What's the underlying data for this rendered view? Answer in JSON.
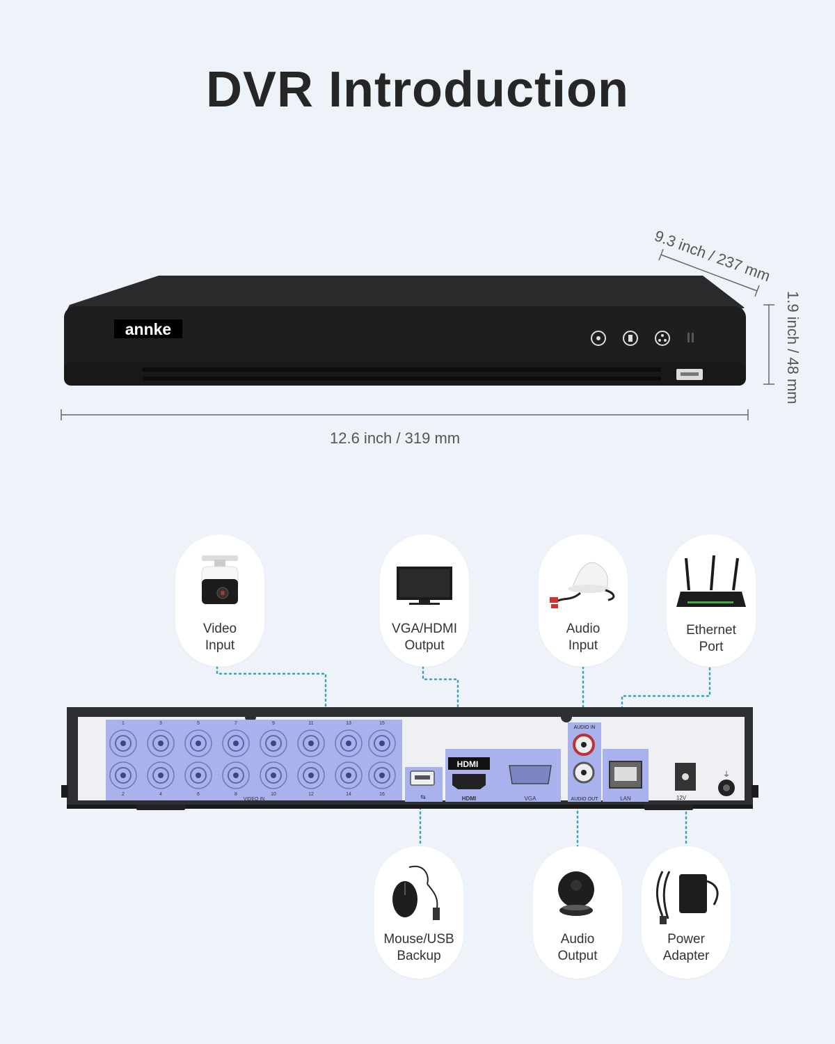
{
  "title": "DVR Introduction",
  "dimensions": {
    "depth": "9.3 inch / 237 mm",
    "height": "1.9 inch / 48 mm",
    "width": "12.6 inch / 319 mm"
  },
  "dvr_front": {
    "brand": "annke"
  },
  "dvr_rear": {
    "video_in_top_numbers": [
      "1",
      "3",
      "5",
      "7",
      "9",
      "11",
      "13",
      "15"
    ],
    "video_in_bottom_numbers": [
      "2",
      "4",
      "6",
      "8",
      "10",
      "12",
      "14",
      "16"
    ],
    "video_in_label": "VIDEO IN",
    "hdmi_badge": "HDMI",
    "hdmi_label": "HDMI",
    "vga_label": "VGA",
    "audio_in_label": "AUDIO IN",
    "audio_out_label": "AUDIO OUT",
    "lan_label": "LAN",
    "power_label": "12V"
  },
  "ports_top": [
    {
      "label": "Video\nInput",
      "icon": "camera-icon"
    },
    {
      "label": "VGA/HDMI\nOutput",
      "icon": "monitor-icon"
    },
    {
      "label": "Audio\nInput",
      "icon": "microphone-icon"
    },
    {
      "label": "Ethernet\nPort",
      "icon": "router-icon"
    }
  ],
  "ports_bottom": [
    {
      "label": "Mouse/USB\nBackup",
      "icon": "mouse-icon"
    },
    {
      "label": "Audio\nOutput",
      "icon": "speaker-icon"
    },
    {
      "label": "Power\nAdapter",
      "icon": "power-adapter-icon"
    }
  ],
  "colors": {
    "background": "#eef3f9",
    "dvr_body": "#1c1c1e",
    "rear_panel_highlight": "#a9b2ec",
    "connector_dots": "#3aa3b8"
  }
}
